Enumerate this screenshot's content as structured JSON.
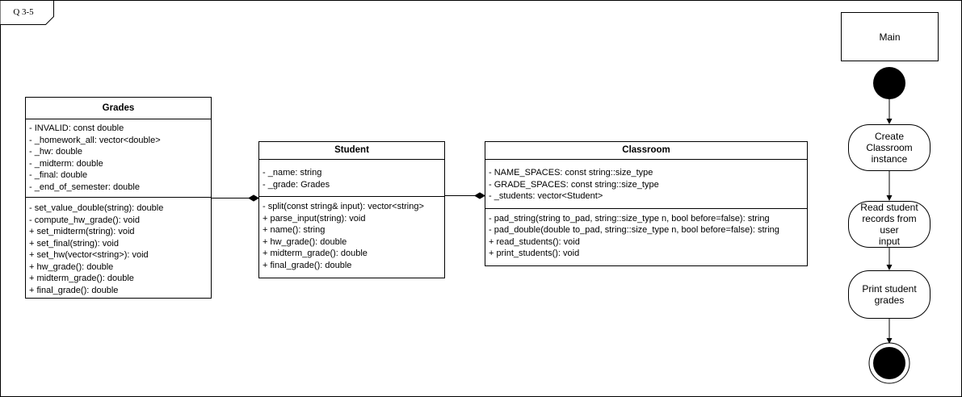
{
  "frame_label": "Q 3-5",
  "classes": {
    "grades": {
      "name": "Grades",
      "attributes": [
        "- INVALID: const double",
        "- _homework_all: vector<double>",
        "- _hw: double",
        "- _midterm: double",
        "- _final: double",
        "- _end_of_semester: double"
      ],
      "methods": [
        "- set_value_double(string): double",
        "- compute_hw_grade(): void",
        "+ set_midterm(string): void",
        "+ set_final(string): void",
        "+ set_hw(vector<string>): void",
        "+ hw_grade(): double",
        "+ midterm_grade(): double",
        "+ final_grade(): double"
      ]
    },
    "student": {
      "name": "Student",
      "attributes": [
        "- _name: string",
        "- _grade: Grades"
      ],
      "methods": [
        "- split(const string& input): vector<string>",
        "+ parse_input(string): void",
        "+ name(): string",
        "+ hw_grade(): double",
        "+ midterm_grade(): double",
        "+ final_grade(): double"
      ]
    },
    "classroom": {
      "name": "Classroom",
      "attributes": [
        "- NAME_SPACES: const string::size_type",
        "- GRADE_SPACES: const string::size_type",
        "- _students: vector<Student>"
      ],
      "methods": [
        "- pad_string(string to_pad, string::size_type n, bool before=false): string",
        "- pad_double(double to_pad, string::size_type n, bool before=false): string",
        "+ read_students(): void",
        "+ print_students(): void"
      ]
    }
  },
  "activity": {
    "main_label": "Main",
    "steps": [
      {
        "lines": [
          "Create",
          "Classroom",
          "instance"
        ]
      },
      {
        "lines": [
          "Read student",
          "records from user",
          "input"
        ]
      },
      {
        "lines": [
          "Print student",
          "grades"
        ]
      }
    ]
  }
}
